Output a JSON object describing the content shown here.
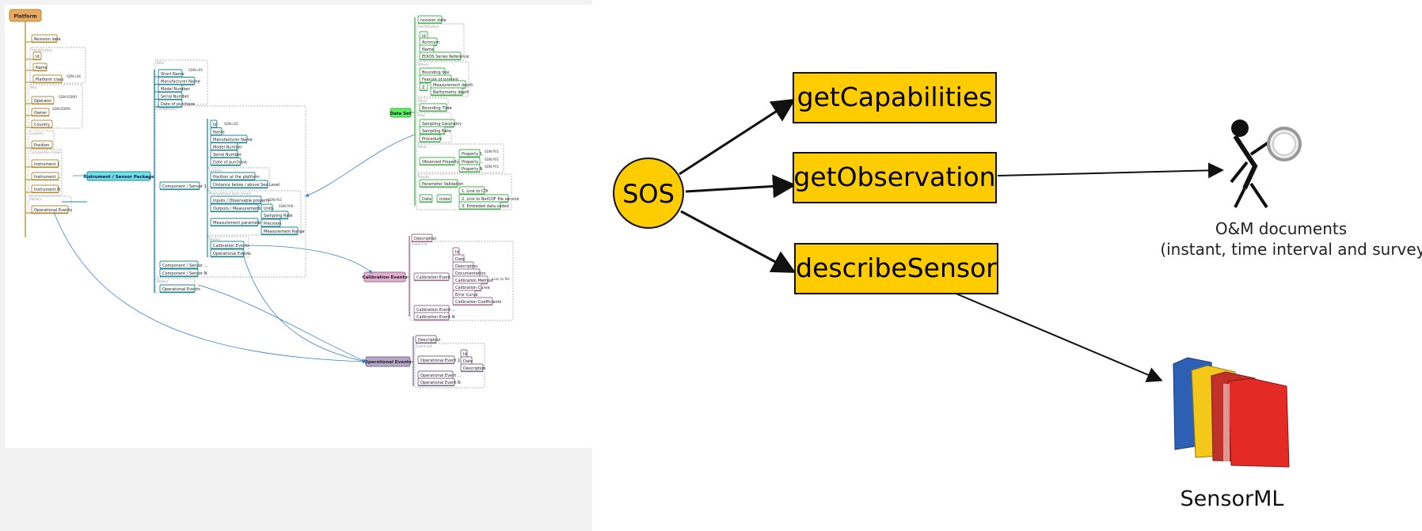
{
  "mindmap": {
    "platform": {
      "root": "Platform",
      "items": [
        "Revision date",
        "Id",
        "Name",
        "Platform class",
        "Operator",
        "Owner",
        "Country",
        "Position",
        "Instrument 1",
        "Instrument ...",
        "Instrument N",
        "Operational Events"
      ],
      "groups": [
        "Identification",
        "Who",
        "Location",
        "Composition (View)",
        "History"
      ],
      "notes": [
        "SDN:L06",
        "SDN:EDMO",
        "SDN:EDMO"
      ]
    },
    "package": {
      "title": "Instrument / Sensor Package",
      "who": [
        "Short Name",
        "Manufacturer Name",
        "Model Number",
        "Serial Number",
        "Date of purchase"
      ],
      "notes": [
        "SDN:L05",
        "SDN:L05",
        "SDN:P01",
        "SDN:P06"
      ],
      "component": "Component / Sensor 1",
      "comp_items": [
        "Id",
        "Name",
        "Manufacturer Name",
        "Model Number",
        "Serial Number",
        "Date of purchase"
      ],
      "location_items": [
        "Position at the platform",
        "Distance below / above Sea Level"
      ],
      "meas_items": [
        "Inputs / Observable property",
        "Outputs / Measurements",
        "Units",
        "Measurement parameters",
        "Sampling Rate",
        "Precision",
        "Measurement Range"
      ],
      "history_items": [
        "Calibration Events",
        "Operational Events"
      ],
      "others": [
        "Component / Sensor ...",
        "Component / Sensor N",
        "Operational Events"
      ],
      "groups": [
        "Who",
        "Composition",
        "Location",
        "Measurement facts (Issue)",
        "History",
        "History"
      ]
    },
    "dataset": {
      "title": "Data Set",
      "items": [
        "revision date",
        "Id",
        "Acronym",
        "Name",
        "EDIOS Series Reference",
        "Bounding box",
        "Feature of Interest",
        "Z",
        "Measurement depth",
        "Bathymetry depth",
        "Bounding Time",
        "Sampling Geometry",
        "Sampling Rate",
        "Procedure",
        "Observed Property",
        "Property 1",
        "Property ...",
        "Property N",
        "Parameter Validation",
        "Data",
        "index",
        "1. Link to CDI",
        "2. Link to NetCDF file service",
        "3. Embeded data coded"
      ],
      "groups": [
        "Identification",
        "Where",
        "When",
        "How",
        "What",
        "Results"
      ],
      "notes": [
        "SDN:P01",
        "SDN:P01",
        "SDN:P01"
      ]
    },
    "calibration": {
      "title": "Calibration Events",
      "items": [
        "Description",
        "Calibration Event 1",
        "Id",
        "Date",
        "Description",
        "Documentation",
        "Calibration Method",
        "Calibration Curve",
        "Error Curve",
        "Calibration Coefficients",
        "Calibration Event ...",
        "Calibration Event N"
      ],
      "groups": [
        "Event List"
      ],
      "link_note": "Link to file"
    },
    "operational": {
      "title": "Operational Events",
      "items": [
        "Description",
        "Operational Event 1",
        "Id",
        "Date",
        "Description",
        "Operational Event ...",
        "Operational Event N"
      ],
      "groups": [
        "Event List"
      ]
    }
  },
  "sos": {
    "center": "SOS",
    "operations": [
      "getCapabilities",
      "getObservation",
      "describeSensor"
    ],
    "om_caption_1": "O&M documents",
    "om_caption_2": "(instant, time interval and survey).",
    "sensorml_label": "SensorML",
    "colors": {
      "box_fill": "#ffcc00",
      "box_stroke": "#222222",
      "text": "#000000"
    }
  },
  "colors": {
    "platform": "#b38b2e",
    "package": "#1a8a9a",
    "dataset": "#3bb54a",
    "calib": "#a06b8a",
    "oper": "#7a6b8a"
  }
}
